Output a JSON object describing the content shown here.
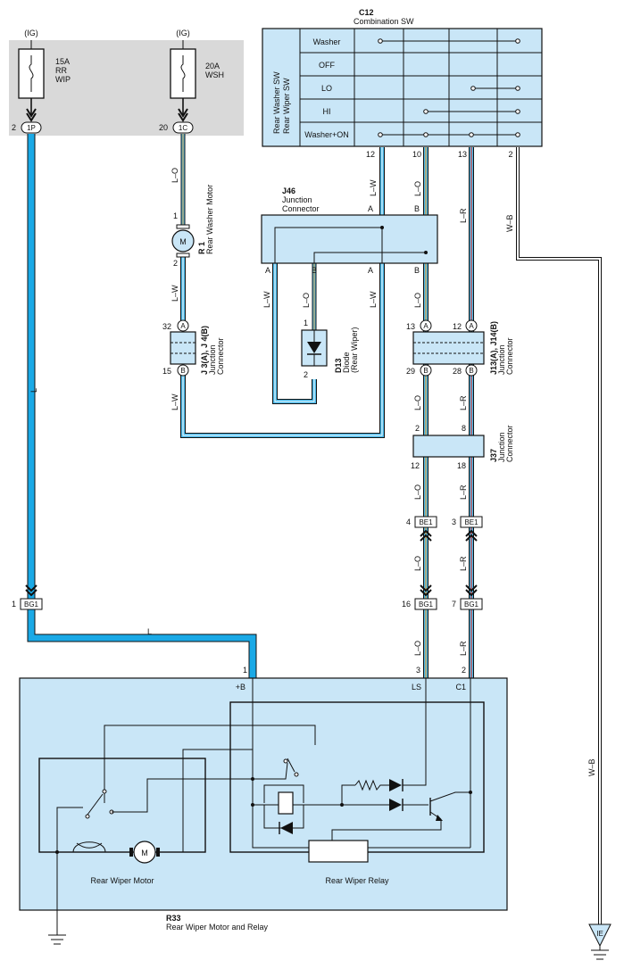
{
  "ig1": "(IG)",
  "ig2": "(IG)",
  "fuse1": {
    "rating": "15A",
    "line2": "RR",
    "line3": "WIP",
    "pin": "2",
    "conn": "1P"
  },
  "fuse2": {
    "rating": "20A",
    "line2": "WSH",
    "pin": "20",
    "conn": "1C"
  },
  "c12": {
    "code": "C12",
    "name": "Combination SW",
    "side1": "Rear Washer SW",
    "side2": "Rear Wiper SW",
    "rows": [
      "Washer",
      "OFF",
      "LO",
      "HI",
      "Washer+ON"
    ],
    "pins": [
      "12",
      "10",
      "13",
      "2"
    ]
  },
  "j46": {
    "code": "J46",
    "name1": "Junction",
    "name2": "Connector",
    "pinA_top": "A",
    "pinB_top": "B",
    "pinA1": "A",
    "pinB1": "B",
    "pinA2": "A",
    "pinB2": "B"
  },
  "r1": {
    "code": "R 1",
    "name": "Rear Washer Motor",
    "pin1": "1",
    "pin2": "2",
    "m": "M"
  },
  "d13": {
    "code": "D13",
    "name1": "Diode",
    "name2": "(Rear Wiper)",
    "pin1": "1",
    "pin2": "2"
  },
  "j3": {
    "code": "J 3(A), J 4(B)",
    "name1": "Junction",
    "name2": "Connector",
    "pinA": "32",
    "pinB": "15",
    "a": "A",
    "b": "B"
  },
  "j13": {
    "code": "J13(A), J14(B)",
    "name1": "Junction",
    "name2": "Connector",
    "pinA1": "13",
    "pinA2": "12",
    "pinB1": "29",
    "pinB2": "28",
    "a": "A",
    "b": "B"
  },
  "j37": {
    "code": "J37",
    "name1": "Junction",
    "name2": "Connector",
    "pinT1": "2",
    "pinT2": "8",
    "pinB1": "12",
    "pinB2": "18"
  },
  "be1": {
    "conn": "BE1",
    "pin1": "4",
    "pin2": "3"
  },
  "bg1": {
    "conn": "BG1",
    "pinL": "1",
    "pin1": "16",
    "pin2": "7"
  },
  "wires": {
    "lo": "L–O",
    "lw": "L–W",
    "lr": "L–R",
    "wb": "W–B",
    "l": "L"
  },
  "r33": {
    "code": "R33",
    "name": "Rear Wiper Motor and Relay",
    "pin1": "1",
    "pin3": "3",
    "pin2": "2",
    "t1": "+B",
    "t2": "LS",
    "t3": "C1",
    "motor": "Rear Wiper Motor",
    "relay": "Rear Wiper Relay",
    "m": "M"
  },
  "ground": "IE"
}
